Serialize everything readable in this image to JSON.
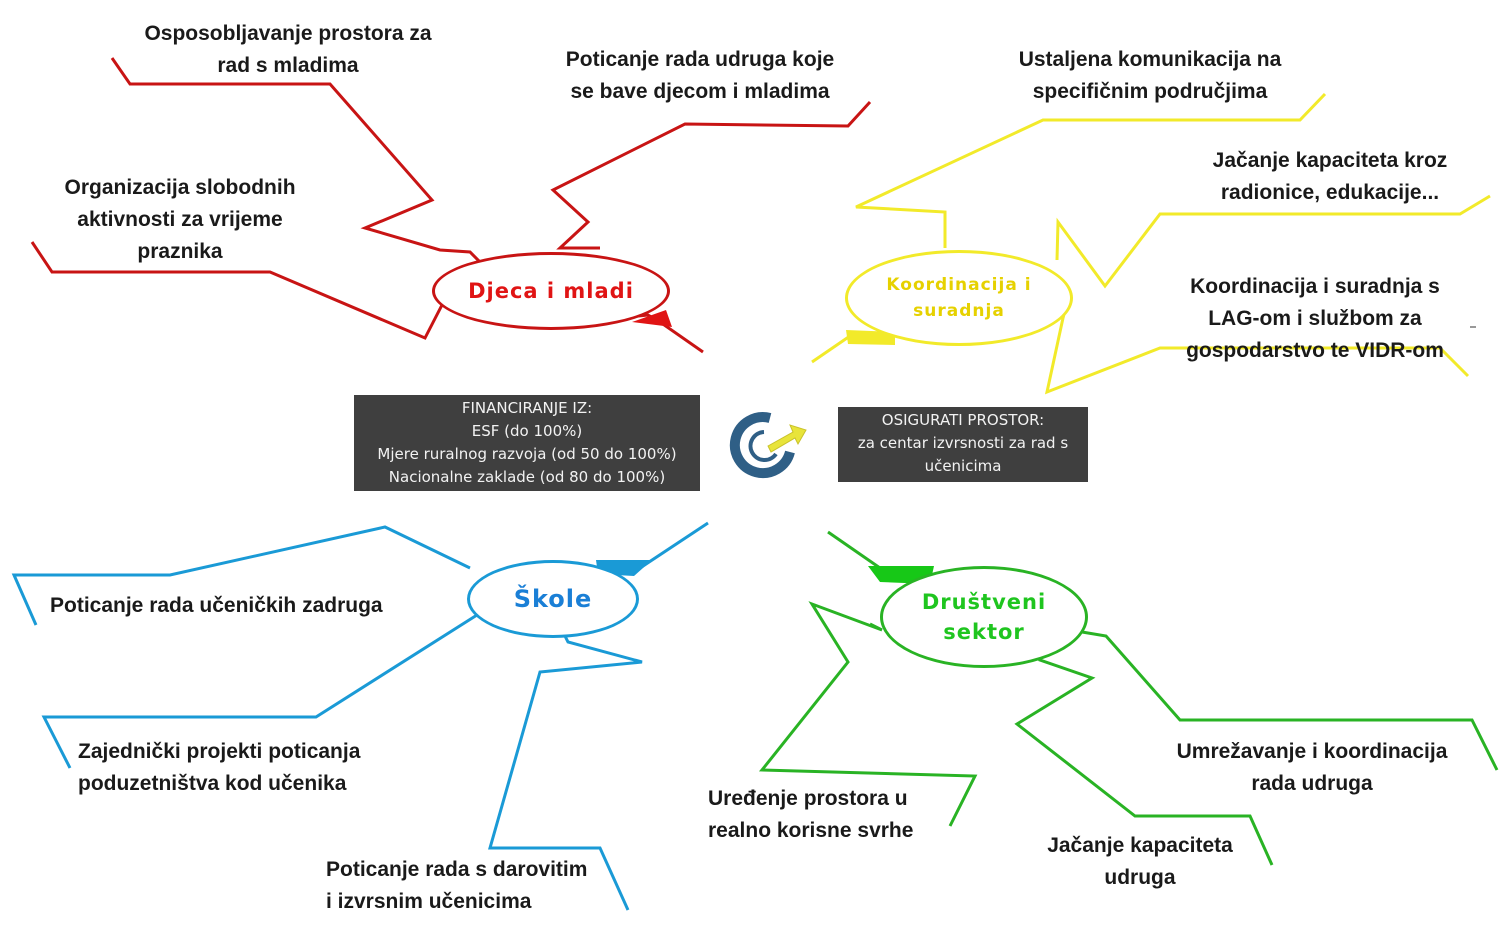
{
  "colors": {
    "red": "#c81414",
    "yellow": "#f2ea2a",
    "blue": "#1a9ad6",
    "green": "#29b324",
    "dark_box": "#3f3f3f",
    "logo_blue": "#2f5f86",
    "logo_yellow": "#e8e43a"
  },
  "hubs": {
    "djeca": {
      "line1": "Djeca i mladi",
      "line2": ""
    },
    "koordinacija": {
      "line1": "Koordinacija i",
      "line2": "suradnja"
    },
    "skole": {
      "line1": "Škole",
      "line2": ""
    },
    "drustveni": {
      "line1": "Društveni",
      "line2": "sektor"
    }
  },
  "djeca_items": {
    "a": {
      "line1": "Osposobljavanje prostora za",
      "line2": "rad s mladima"
    },
    "b": {
      "line1": "Poticanje rada udruga koje",
      "line2": "se bave djecom i mladima"
    },
    "c": {
      "line1": "Organizacija slobodnih",
      "line2": "aktivnosti za vrijeme",
      "line3": "praznika"
    }
  },
  "koordinacija_items": {
    "a": {
      "line1": "Ustaljena komunikacija na",
      "line2": "specifičnim područjima"
    },
    "b": {
      "line1": "Jačanje kapaciteta kroz",
      "line2": "radionice, edukacije..."
    },
    "c": {
      "line1": "Koordinacija i suradnja s",
      "line2": "LAG-om i službom za",
      "line3": "gospodarstvo te VIDR-om"
    }
  },
  "skole_items": {
    "a": {
      "line1": "Poticanje rada učeničkih zadruga"
    },
    "b": {
      "line1": "Zajednički projekti poticanja",
      "line2": "poduzetništva kod učenika"
    },
    "c": {
      "line1": "Poticanje rada s darovitim",
      "line2": "i izvrsnim učenicima"
    }
  },
  "drustveni_items": {
    "a": {
      "line1": "Uređenje prostora u",
      "line2": "realno korisne svrhe"
    },
    "b": {
      "line1": "Umrežavanje i koordinacija",
      "line2": "rada udruga"
    },
    "c": {
      "line1": "Jačanje kapaciteta",
      "line2": "udruga"
    }
  },
  "center": {
    "financing": {
      "title": "FINANCIRANJE IZ:",
      "line1": "ESF (do 100%)",
      "line2": "Mjere ruralnog razvoja (od 50 do 100%)",
      "line3": "Nacionalne zaklade (od 80 do 100%)"
    },
    "space": {
      "title": "OSIGURATI PROSTOR:",
      "line1": "za centar izvrsnosti za rad s",
      "line2": "učenicima"
    },
    "logo_icon": "circular-arrow-logo"
  }
}
